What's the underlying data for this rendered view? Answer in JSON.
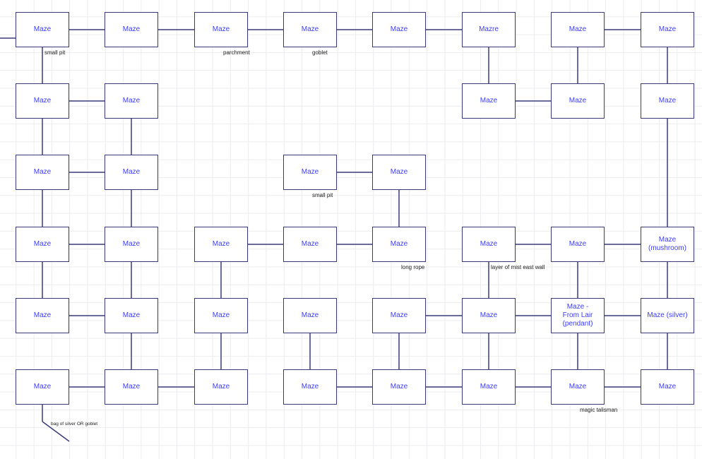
{
  "nodes": [
    {
      "r": 0,
      "c": 0,
      "text": "Maze"
    },
    {
      "r": 0,
      "c": 1,
      "text": "Maze"
    },
    {
      "r": 0,
      "c": 2,
      "text": "Maze"
    },
    {
      "r": 0,
      "c": 3,
      "text": "Maze"
    },
    {
      "r": 0,
      "c": 4,
      "text": "Maze"
    },
    {
      "r": 0,
      "c": 5,
      "text": "Mazre"
    },
    {
      "r": 0,
      "c": 6,
      "text": "Maze"
    },
    {
      "r": 0,
      "c": 7,
      "text": "Maze"
    },
    {
      "r": 1,
      "c": 0,
      "text": "Maze"
    },
    {
      "r": 1,
      "c": 1,
      "text": "Maze"
    },
    {
      "r": 1,
      "c": 5,
      "text": "Maze"
    },
    {
      "r": 1,
      "c": 6,
      "text": "Maze"
    },
    {
      "r": 1,
      "c": 7,
      "text": "Maze"
    },
    {
      "r": 2,
      "c": 0,
      "text": "Maze"
    },
    {
      "r": 2,
      "c": 1,
      "text": "Maze"
    },
    {
      "r": 2,
      "c": 3,
      "text": "Maze"
    },
    {
      "r": 2,
      "c": 4,
      "text": "Maze"
    },
    {
      "r": 3,
      "c": 0,
      "text": "Maze"
    },
    {
      "r": 3,
      "c": 1,
      "text": "Maze"
    },
    {
      "r": 3,
      "c": 2,
      "text": "Maze"
    },
    {
      "r": 3,
      "c": 3,
      "text": "Maze"
    },
    {
      "r": 3,
      "c": 4,
      "text": "Maze"
    },
    {
      "r": 3,
      "c": 5,
      "text": "Maze"
    },
    {
      "r": 3,
      "c": 6,
      "text": "Maze"
    },
    {
      "r": 3,
      "c": 7,
      "text": "Maze\n(mushroom)"
    },
    {
      "r": 4,
      "c": 0,
      "text": "Maze"
    },
    {
      "r": 4,
      "c": 1,
      "text": "Maze"
    },
    {
      "r": 4,
      "c": 2,
      "text": "Maze"
    },
    {
      "r": 4,
      "c": 3,
      "text": "Maze"
    },
    {
      "r": 4,
      "c": 4,
      "text": "Maze"
    },
    {
      "r": 4,
      "c": 5,
      "text": "Maze"
    },
    {
      "r": 4,
      "c": 6,
      "text": "Maze -\nFrom Lair\n(pendant)"
    },
    {
      "r": 4,
      "c": 7,
      "text": "Maze (silver)"
    },
    {
      "r": 5,
      "c": 0,
      "text": "Maze"
    },
    {
      "r": 5,
      "c": 1,
      "text": "Maze"
    },
    {
      "r": 5,
      "c": 2,
      "text": "Maze"
    },
    {
      "r": 5,
      "c": 3,
      "text": "Maze"
    },
    {
      "r": 5,
      "c": 4,
      "text": "Maze"
    },
    {
      "r": 5,
      "c": 5,
      "text": "Maze"
    },
    {
      "r": 5,
      "c": 6,
      "text": "Maze"
    },
    {
      "r": 5,
      "c": 7,
      "text": "Maze"
    }
  ],
  "edges": [
    [
      0,
      0,
      0,
      1
    ],
    [
      0,
      1,
      0,
      2
    ],
    [
      0,
      2,
      0,
      3
    ],
    [
      0,
      3,
      0,
      4
    ],
    [
      0,
      4,
      0,
      5
    ],
    [
      0,
      6,
      0,
      7
    ],
    [
      0,
      0,
      1,
      0
    ],
    [
      0,
      5,
      1,
      5
    ],
    [
      0,
      6,
      1,
      6
    ],
    [
      0,
      7,
      1,
      7
    ],
    [
      1,
      0,
      1,
      1
    ],
    [
      1,
      5,
      1,
      6
    ],
    [
      1,
      0,
      2,
      0
    ],
    [
      1,
      1,
      2,
      1
    ],
    [
      1,
      7,
      3,
      7
    ],
    [
      2,
      0,
      2,
      1
    ],
    [
      2,
      3,
      2,
      4
    ],
    [
      2,
      0,
      3,
      0
    ],
    [
      2,
      1,
      3,
      1
    ],
    [
      2,
      4,
      3,
      4
    ],
    [
      3,
      0,
      3,
      1
    ],
    [
      3,
      2,
      3,
      3
    ],
    [
      3,
      3,
      3,
      4
    ],
    [
      3,
      5,
      3,
      6
    ],
    [
      3,
      6,
      3,
      7
    ],
    [
      3,
      0,
      4,
      0
    ],
    [
      3,
      1,
      4,
      1
    ],
    [
      3,
      2,
      4,
      2
    ],
    [
      3,
      5,
      4,
      5
    ],
    [
      3,
      6,
      4,
      6
    ],
    [
      3,
      7,
      4,
      7
    ],
    [
      4,
      0,
      4,
      1
    ],
    [
      4,
      4,
      4,
      5
    ],
    [
      4,
      5,
      4,
      6
    ],
    [
      4,
      6,
      4,
      7
    ],
    [
      4,
      1,
      5,
      1
    ],
    [
      4,
      2,
      5,
      2
    ],
    [
      4,
      3,
      5,
      3
    ],
    [
      4,
      4,
      5,
      4
    ],
    [
      4,
      5,
      5,
      5
    ],
    [
      4,
      6,
      5,
      6
    ],
    [
      4,
      7,
      5,
      7
    ],
    [
      5,
      0,
      5,
      1
    ],
    [
      5,
      1,
      5,
      2
    ],
    [
      5,
      3,
      5,
      4
    ],
    [
      5,
      4,
      5,
      5
    ],
    [
      5,
      5,
      5,
      6
    ],
    [
      5,
      6,
      5,
      7
    ]
  ],
  "labels": [
    {
      "r": 0,
      "c": 0,
      "text": "small pit"
    },
    {
      "r": 0,
      "c": 2,
      "text": "parchment"
    },
    {
      "r": 0,
      "c": 3,
      "text": "goblet"
    },
    {
      "r": 2,
      "c": 3,
      "text": "small pit"
    },
    {
      "r": 3,
      "c": 4,
      "text": "long rope"
    },
    {
      "r": 3,
      "c": 5,
      "text": "layer of mist east wall"
    },
    {
      "r": 5,
      "c": 6,
      "text": "magic talisman"
    },
    {
      "r": 5,
      "c": 0,
      "text": "bag of silver OR goblet",
      "offset": "far"
    }
  ],
  "colors": {
    "line": "#3a3a7a",
    "text": "#3b3bff"
  }
}
